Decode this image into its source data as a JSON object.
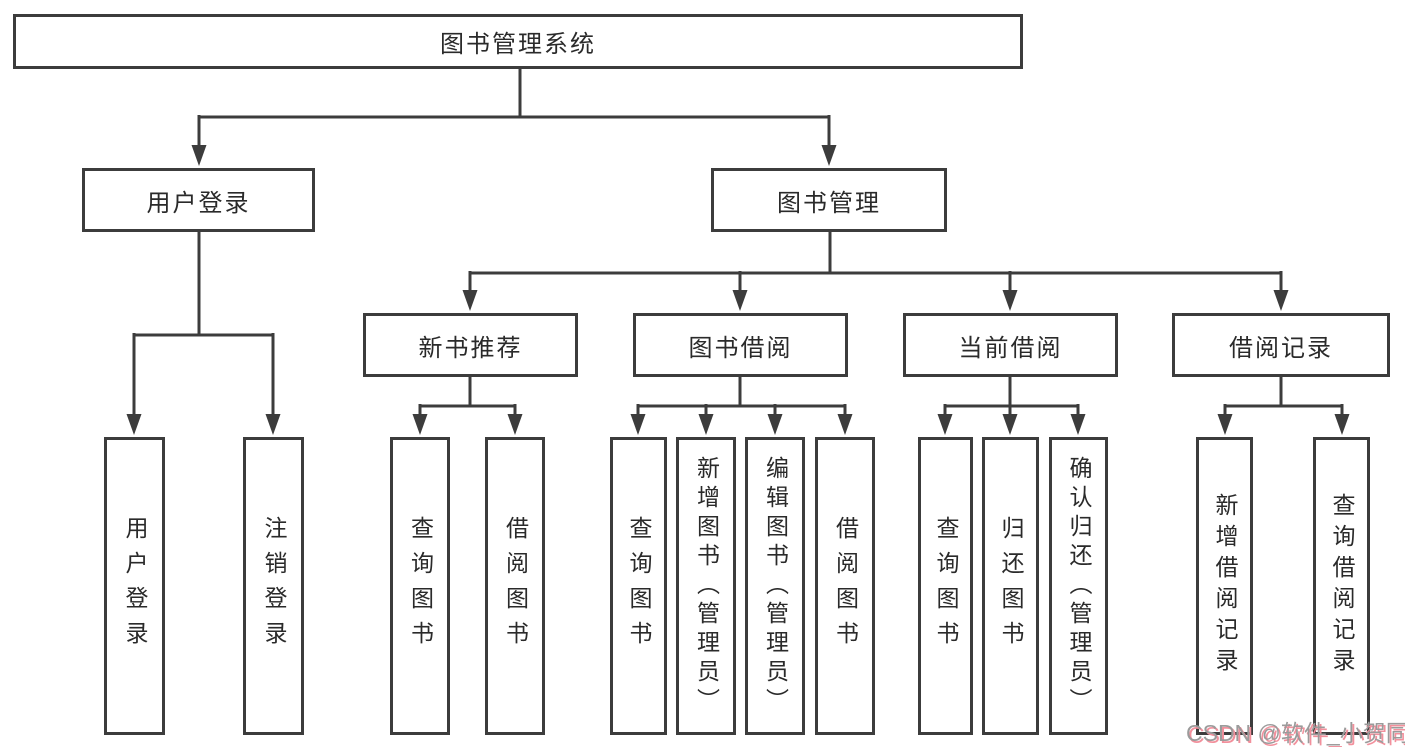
{
  "diagram": {
    "root": {
      "label": "图书管理系统"
    },
    "level1": [
      {
        "id": "user-login",
        "label": "用户登录"
      },
      {
        "id": "book-management",
        "label": "图书管理"
      }
    ],
    "level2": [
      {
        "id": "new-book-recommend",
        "label": "新书推荐"
      },
      {
        "id": "book-borrowing",
        "label": "图书借阅"
      },
      {
        "id": "current-borrowing",
        "label": "当前借阅"
      },
      {
        "id": "borrowing-records",
        "label": "借阅记录"
      }
    ],
    "leaves": [
      {
        "id": "user-login-leaf",
        "label": "用户登录"
      },
      {
        "id": "logout",
        "label": "注销登录"
      },
      {
        "id": "query-books-recommend",
        "label": "查询图书"
      },
      {
        "id": "borrow-books-recommend",
        "label": "借阅图书"
      },
      {
        "id": "query-books-borrowing",
        "label": "查询图书"
      },
      {
        "id": "add-books-admin",
        "label": "新增图书（管理员）"
      },
      {
        "id": "edit-books-admin",
        "label": "编辑图书（管理员）"
      },
      {
        "id": "borrow-books-borrowing",
        "label": "借阅图书"
      },
      {
        "id": "query-books-current",
        "label": "查询图书"
      },
      {
        "id": "return-books",
        "label": "归还图书"
      },
      {
        "id": "confirm-return-admin",
        "label": "确认归还（管理员）"
      },
      {
        "id": "add-borrow-record",
        "label": "新增借阅记录"
      },
      {
        "id": "query-borrow-record",
        "label": "查询借阅记录"
      }
    ],
    "colors": {
      "line": "#3c3c3c",
      "text": "#2a2a2a",
      "watermark_gray": "#9b9b9b",
      "watermark_pink": "#f2909c"
    }
  },
  "watermark": {
    "label": "CSDN @软件_小贺同学"
  }
}
